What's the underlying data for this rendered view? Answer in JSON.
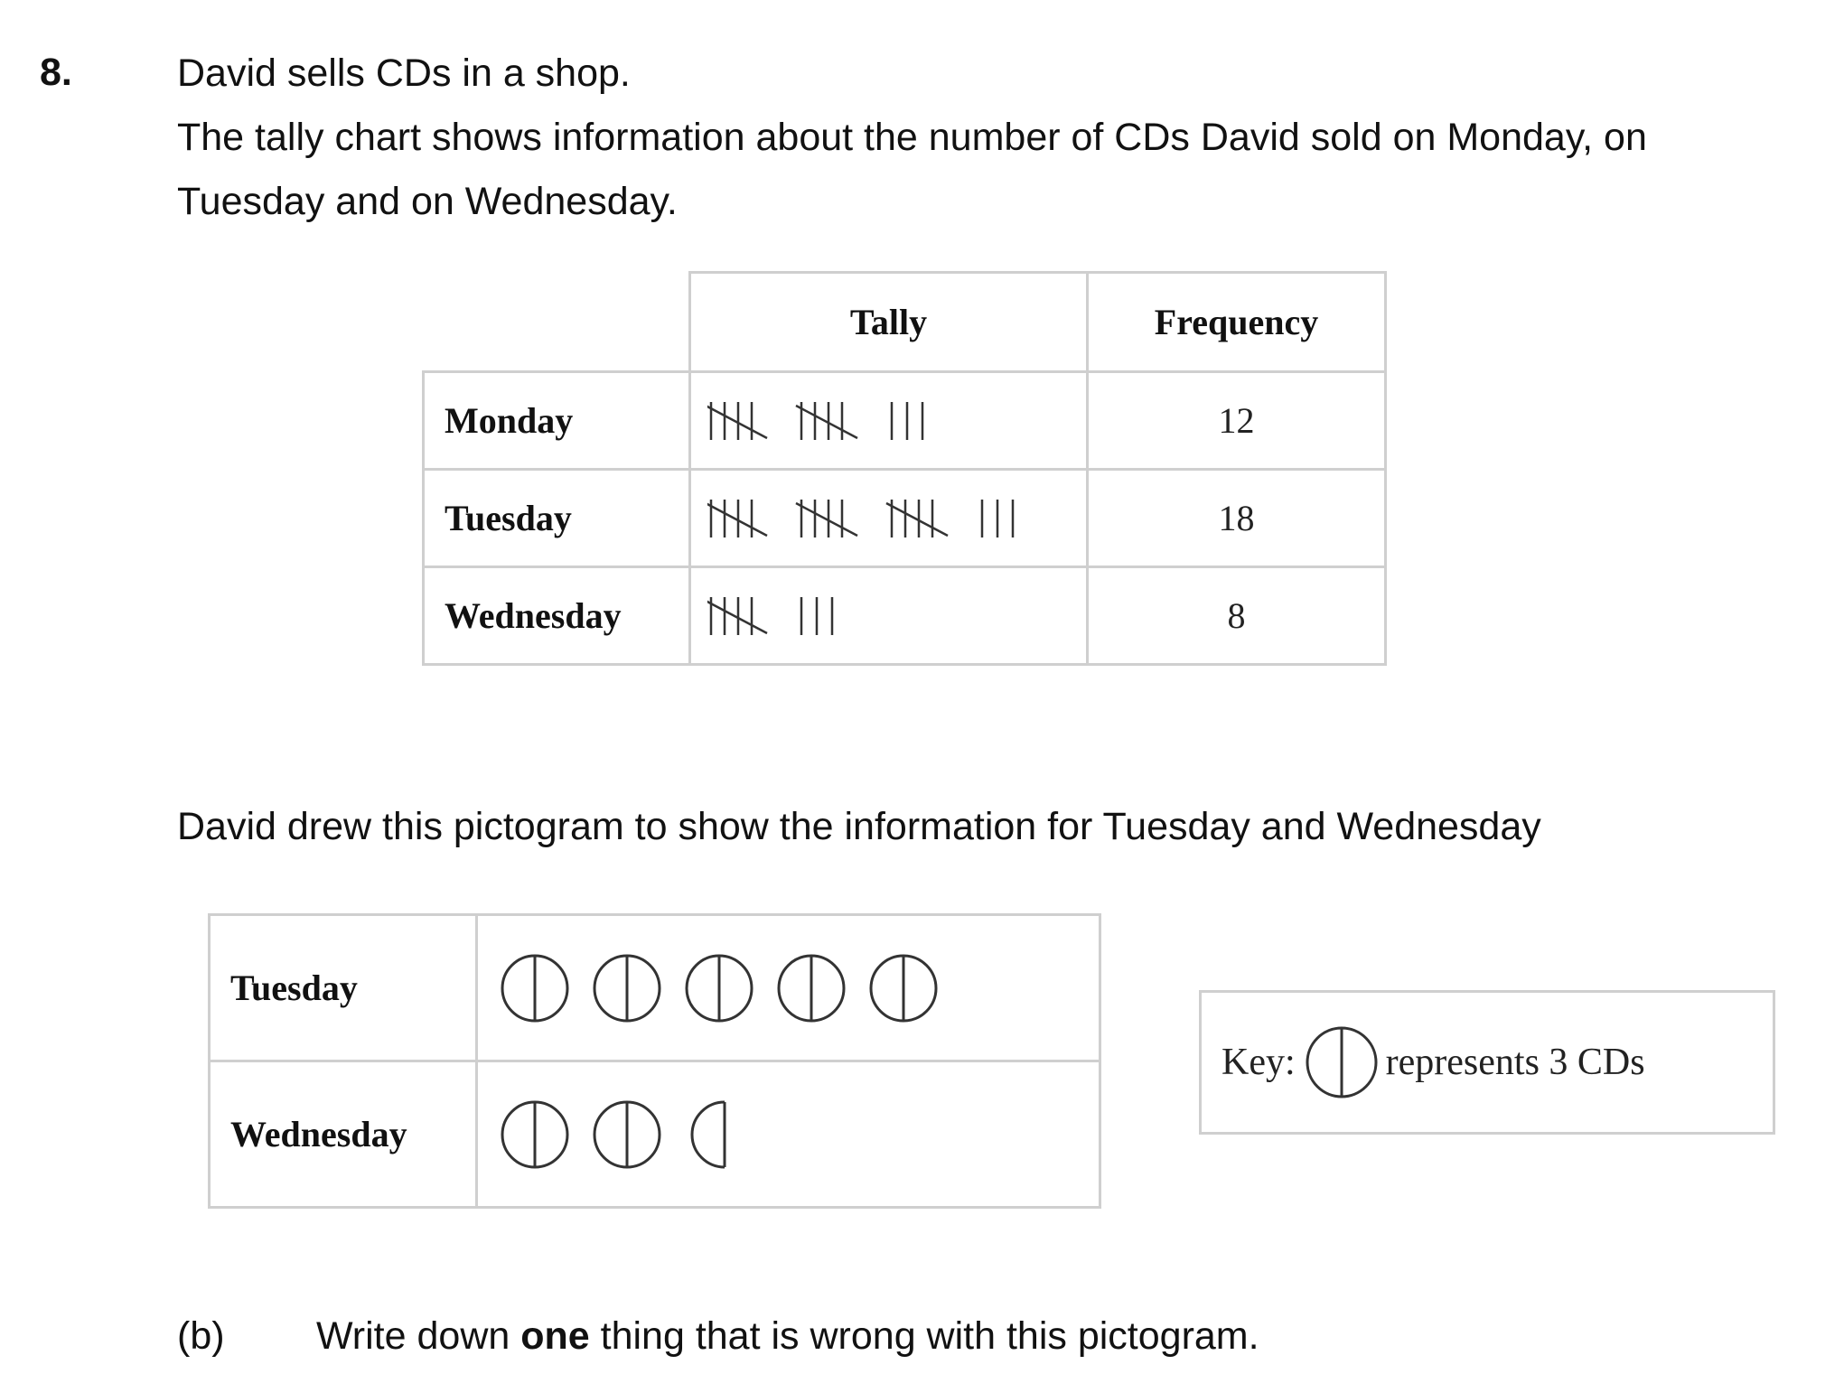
{
  "question_number": "8.",
  "intro": {
    "line1": "David sells CDs in a shop.",
    "line2": "The tally chart shows information about the number of CDs David sold on Monday, on",
    "line3": "Tuesday and on Wednesday."
  },
  "tally_table": {
    "headers": {
      "tally": "Tally",
      "frequency": "Frequency"
    },
    "rows": [
      {
        "day": "Monday",
        "tally_count": 13,
        "frequency": "12"
      },
      {
        "day": "Tuesday",
        "tally_count": 18,
        "frequency": "18"
      },
      {
        "day": "Wednesday",
        "tally_count": 8,
        "frequency": "8"
      }
    ]
  },
  "pictogram_intro": "David drew this pictogram to show the information for Tuesday and Wednesday",
  "pictogram": {
    "rows": [
      {
        "day": "Tuesday",
        "full_symbols": 5,
        "half_symbols": 0
      },
      {
        "day": "Wednesday",
        "full_symbols": 2,
        "half_symbols": 1
      }
    ]
  },
  "key": {
    "label": "Key:",
    "text": "represents 3 CDs",
    "icon": "cd-symbol-icon"
  },
  "part_b": {
    "label": "(b)",
    "text_before": "Write down ",
    "text_bold": "one",
    "text_after": " thing that is wrong with this pictogram."
  },
  "colors": {
    "border": "#cfcfcf",
    "ink": "#333333"
  }
}
